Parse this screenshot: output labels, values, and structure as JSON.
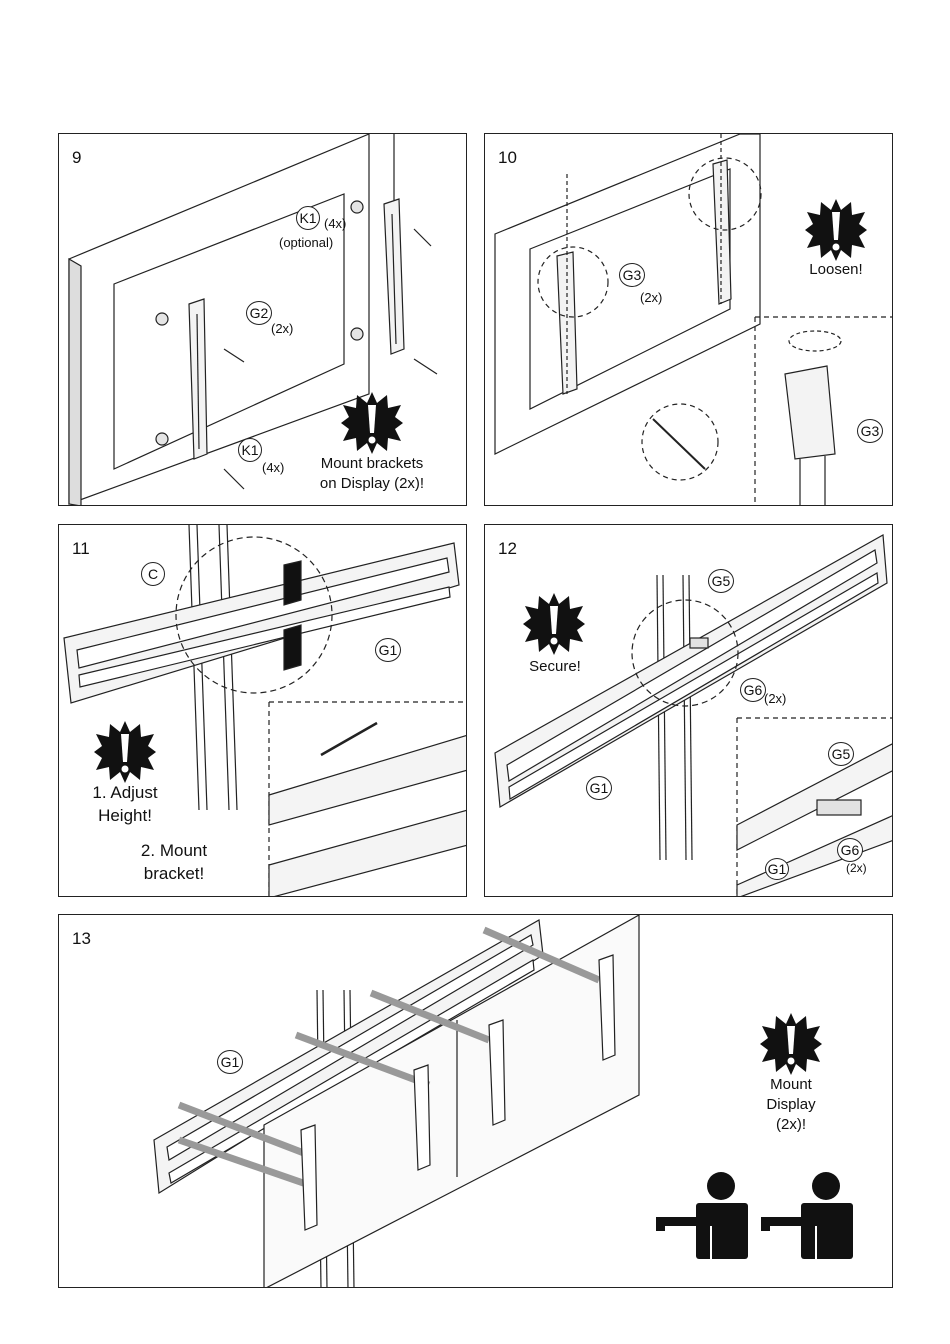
{
  "panels": [
    {
      "number": "9",
      "labels": {
        "k1_top": "K1",
        "k1_top_qty": "(4x)",
        "optional": "(optional)",
        "g2": "G2",
        "g2_qty": "(2x)",
        "k1_bottom": "K1",
        "k1_bottom_qty": "(4x)"
      },
      "warning": {
        "line1": "Mount brackets",
        "line2": "on Display (2x)!"
      }
    },
    {
      "number": "10",
      "labels": {
        "g3": "G3",
        "g3_qty": "(2x)",
        "g3_detail": "G3"
      },
      "warning": {
        "line1": "Loosen!"
      }
    },
    {
      "number": "11",
      "labels": {
        "c": "C",
        "g1": "G1"
      },
      "warning": {
        "line1": "1. Adjust",
        "line2": "Height!",
        "line3": "2. Mount",
        "line4": "bracket!"
      }
    },
    {
      "number": "12",
      "labels": {
        "g5": "G5",
        "g6": "G6",
        "g6_qty": "(2x)",
        "g1": "G1",
        "g5_detail": "G5",
        "g6_detail": "G6",
        "g6_detail_qty": "(2x)",
        "g1_detail": "G1"
      },
      "warning": {
        "line1": "Secure!"
      }
    },
    {
      "number": "13",
      "labels": {
        "g1": "G1"
      },
      "warning": {
        "line1": "Mount",
        "line2": "Display",
        "line3": "(2x)!"
      }
    }
  ],
  "icons": {
    "warning": "exclamation-starburst-icon",
    "persons": "two-person-lift-icon"
  }
}
